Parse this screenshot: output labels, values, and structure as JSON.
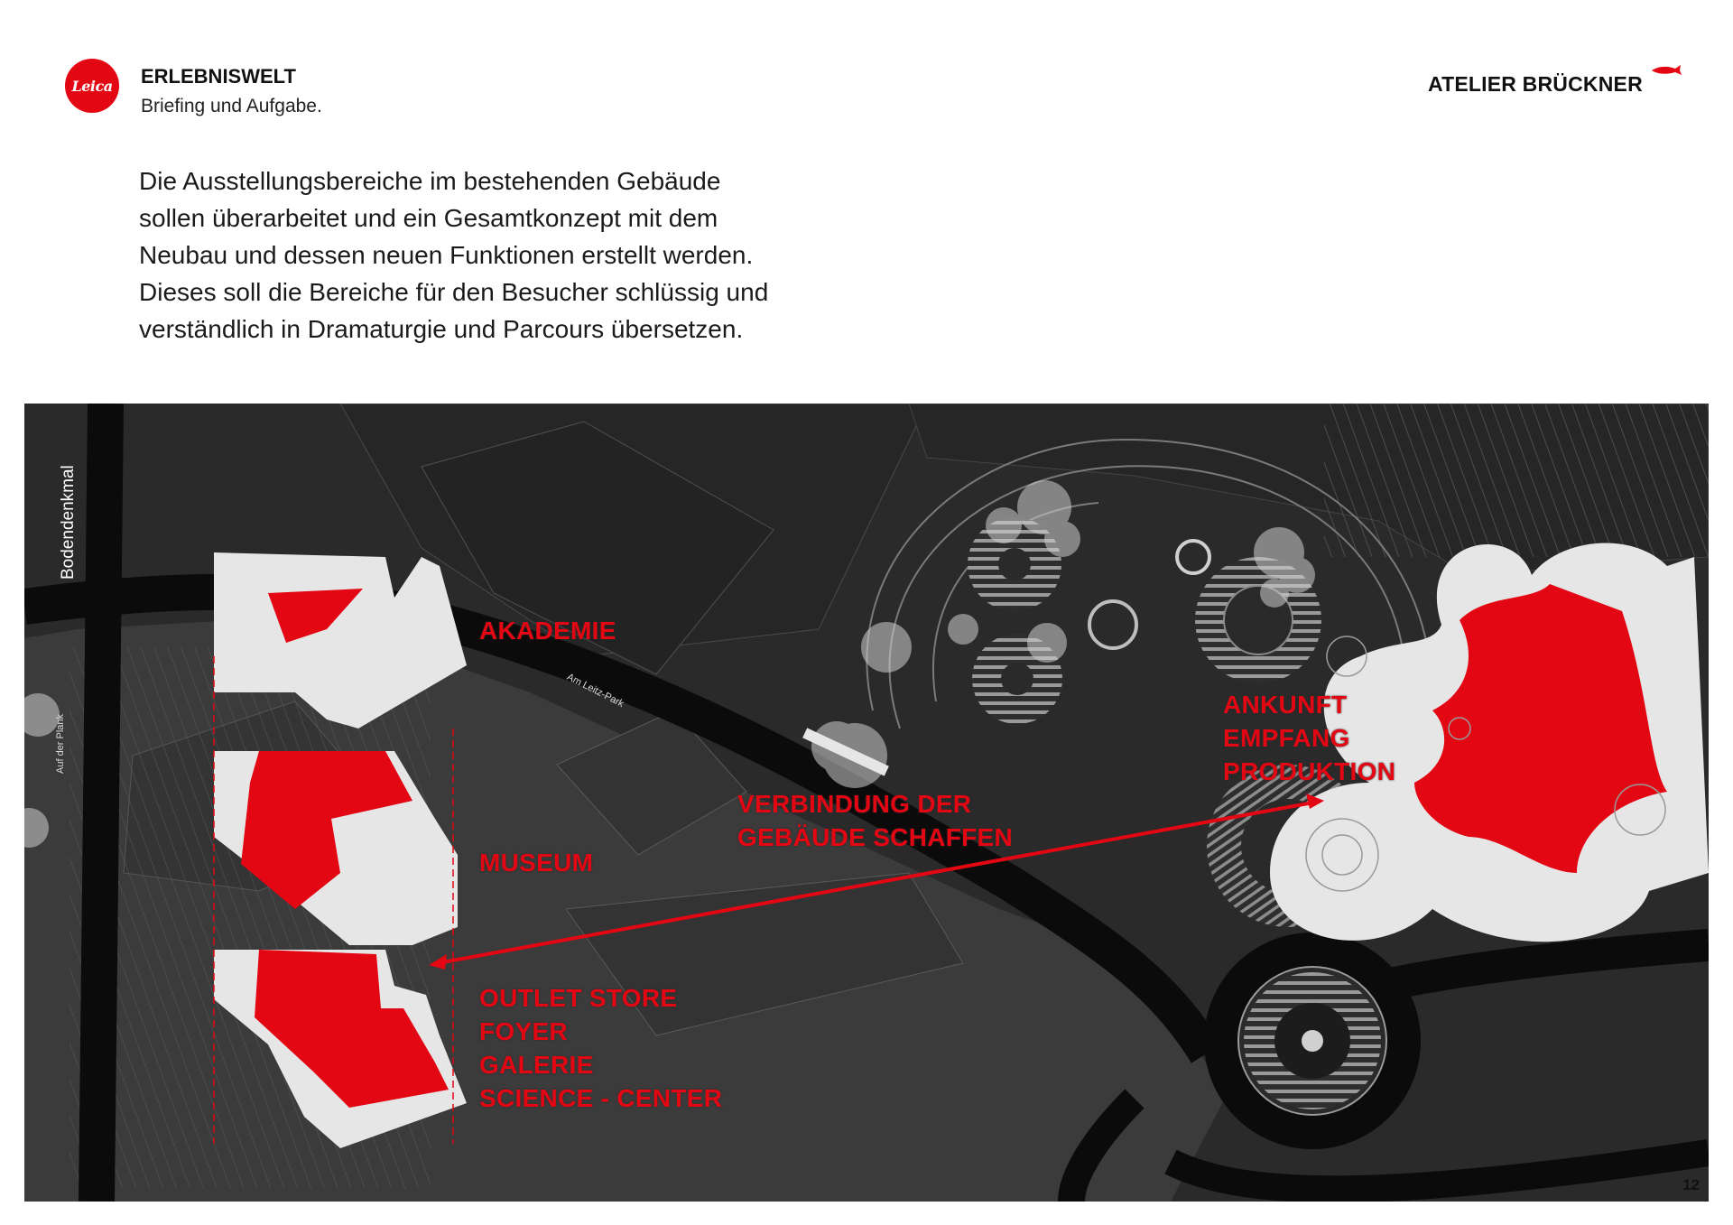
{
  "header": {
    "logo_text": "Leica",
    "title": "ERLEBNISWELT",
    "subtitle": "Briefing und Aufgabe.",
    "brand": "ATELIER BRÜCKNER"
  },
  "intro": {
    "lines": [
      "Die Ausstellungsbereiche im bestehenden Gebäude",
      "sollen überarbeitet und ein Gesamtkonzept mit dem",
      "Neubau und dessen neuen Funktionen erstellt werden.",
      "Dieses soll die Bereiche für den Besucher schlüssig und",
      "verständlich in Dramaturgie und Parcours übersetzen."
    ]
  },
  "map": {
    "labels": {
      "akademie": "AKADEMIE",
      "museum": "MUSEUM",
      "outlet": [
        "OUTLET STORE",
        "FOYER",
        "GALERIE",
        "SCIENCE - CENTER"
      ],
      "verbindung": [
        "VERBINDUNG DER",
        "GEBÄUDE SCHAFFEN"
      ],
      "ankunft": [
        "ANKUNFT",
        "EMPFANG",
        "PRODUKTION"
      ]
    },
    "streets": {
      "bodendenkmal": "Bodendenkmal",
      "leitz_park": "Am Leitz-Park",
      "plank": "Auf der Plank"
    },
    "page_number": "12"
  },
  "colors": {
    "accent": "#e30613",
    "background": "#2a2a2a",
    "road": "#0b0b0b",
    "building": "#e6e6e6"
  }
}
